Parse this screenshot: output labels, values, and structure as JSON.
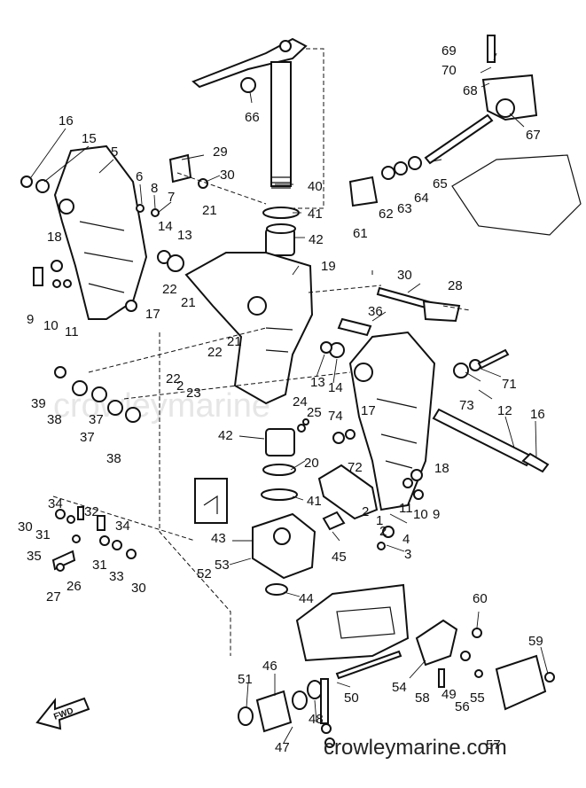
{
  "watermark": "crowleymarine",
  "site": "crowleymarine.com",
  "fwd": "FWD",
  "callouts": [
    "1",
    "2",
    "3",
    "4",
    "5",
    "6",
    "7",
    "8",
    "9",
    "10",
    "11",
    "12",
    "13",
    "14",
    "15",
    "16",
    "17",
    "18",
    "19",
    "20",
    "21",
    "22",
    "23",
    "24",
    "25",
    "26",
    "27",
    "28",
    "29",
    "30",
    "31",
    "32",
    "33",
    "34",
    "35",
    "36",
    "37",
    "38",
    "39",
    "40",
    "41",
    "42",
    "43",
    "44",
    "45",
    "46",
    "47",
    "48",
    "49",
    "50",
    "51",
    "52",
    "53",
    "54",
    "55",
    "56",
    "57",
    "58",
    "59",
    "60",
    "61",
    "62",
    "63",
    "64",
    "65",
    "66",
    "67",
    "68",
    "69",
    "70",
    "71",
    "72",
    "73",
    "74"
  ]
}
